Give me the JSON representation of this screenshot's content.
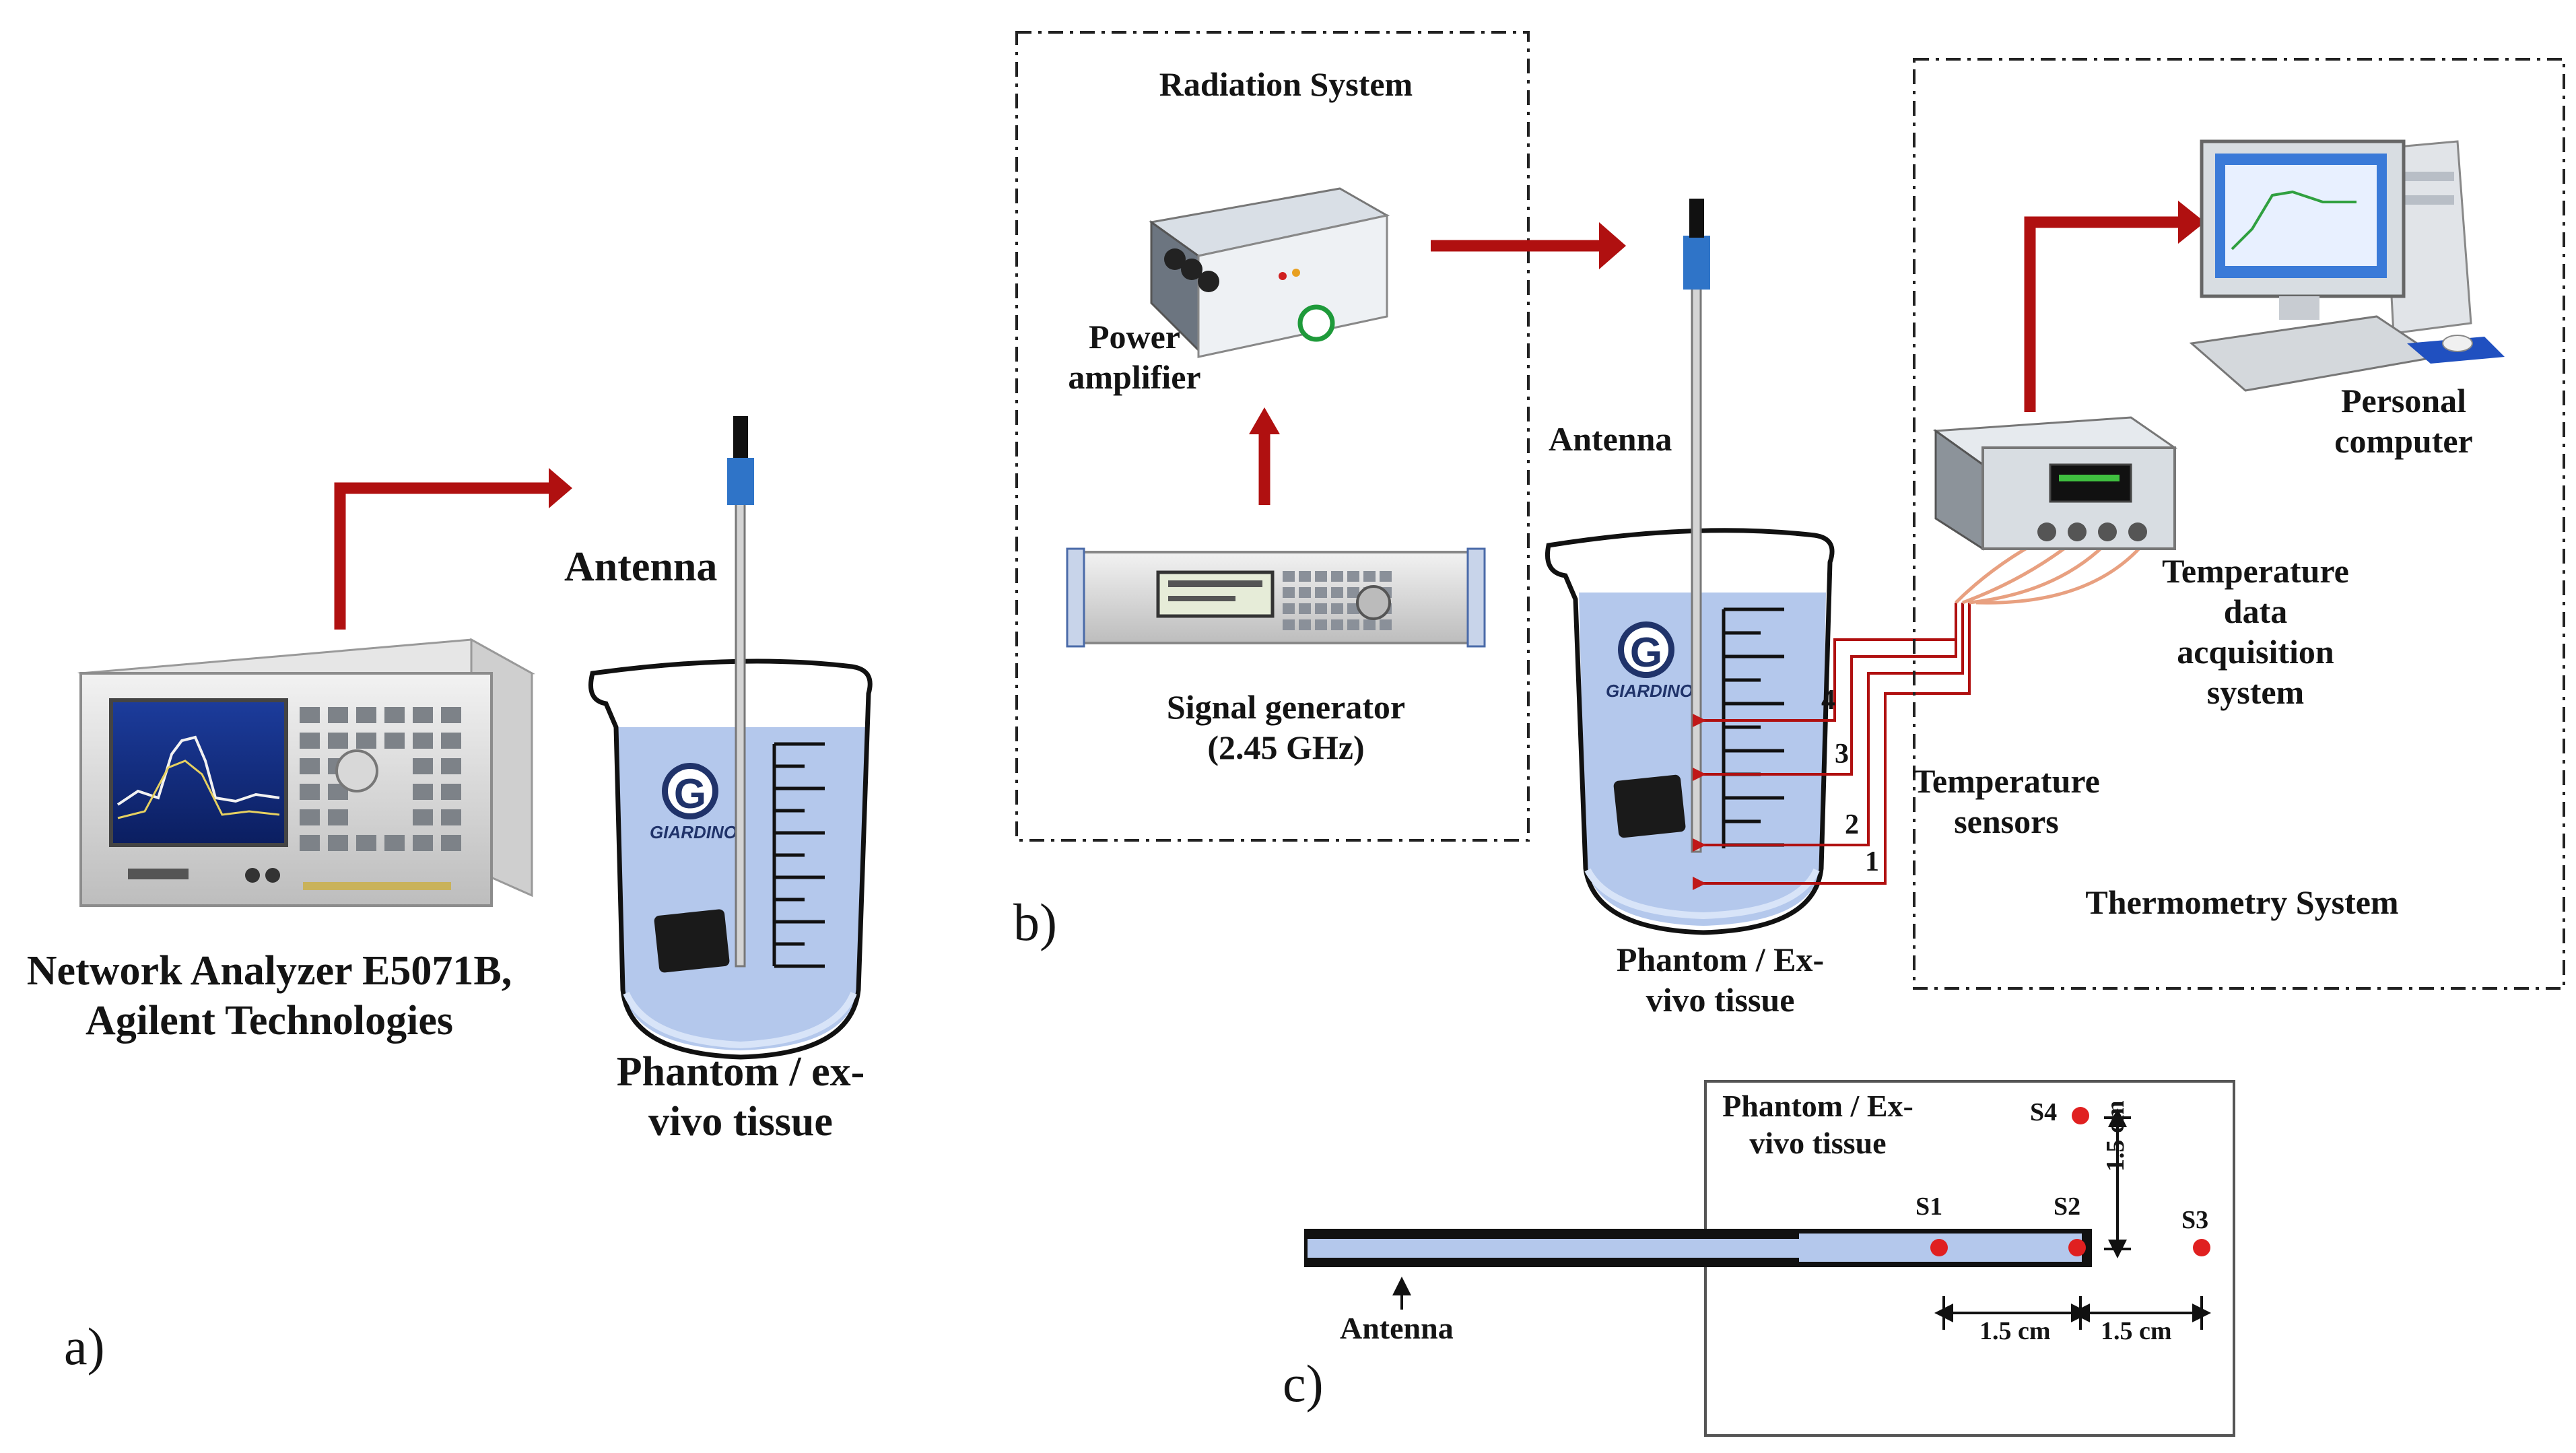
{
  "panel_a": {
    "letter": "a)",
    "analyzer_label": [
      "Network Analyzer E5071B,",
      "Agilent Technologies"
    ],
    "antenna_label": "Antenna",
    "phantom_label": [
      "Phantom / ex-",
      "vivo tissue"
    ],
    "logo_text": "GIARDINO"
  },
  "panel_b": {
    "letter": "b)",
    "radiation_title": "Radiation System",
    "power_amp_label": [
      "Power",
      "amplifier"
    ],
    "signal_gen_label": [
      "Signal generator",
      "(2.45 GHz)"
    ],
    "antenna_label": "Antenna",
    "phantom_label": [
      "Phantom / Ex-",
      "vivo tissue"
    ],
    "logo_text": "GIARDINO",
    "sensor_numbers": [
      "4",
      "3",
      "2",
      "1"
    ],
    "temp_sensors_label": [
      "Temperature",
      "sensors"
    ],
    "daq_label": [
      "Temperature",
      "data",
      "acquisition",
      "system"
    ],
    "pc_label": [
      "Personal",
      "computer"
    ],
    "thermometry_title": "Thermometry System"
  },
  "panel_c": {
    "letter": "c)",
    "phantom_label": [
      "Phantom / Ex-",
      "vivo tissue"
    ],
    "antenna_label": "Antenna",
    "sensor_labels": [
      "S1",
      "S2",
      "S3",
      "S4"
    ],
    "dim_horizontal_1": "1.5 cm",
    "dim_horizontal_2": "1.5 cm",
    "dim_vertical": "1.5 cm"
  },
  "colors": {
    "arrow_red": "#b01010",
    "beaker_blue": "#b4c8ec",
    "tank_blue": "#4a7fc8",
    "sensor_red": "#e02020"
  }
}
